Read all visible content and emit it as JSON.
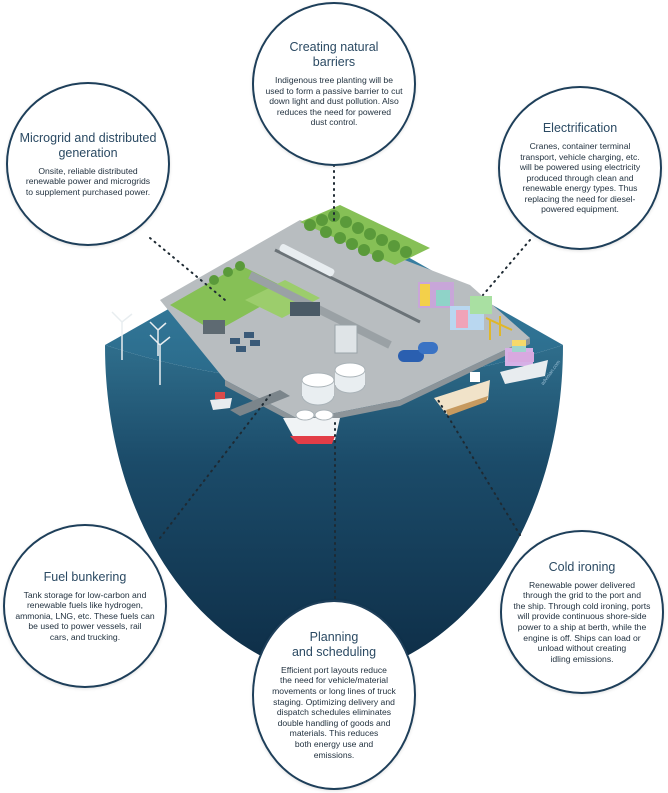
{
  "colors": {
    "bubble_border": "#1e3f5a",
    "ocean_top": "#2f6e8c",
    "ocean_bottom": "#0d2c45",
    "land": "#b8bdc0",
    "grass": "#86c056"
  },
  "bubbles": {
    "natural_barriers": {
      "title": "Creating natural\nbarriers",
      "text": "Indigenous tree planting will be\nused to form a passive barrier to cut\ndown light and dust pollution. Also\nreduces the need for powered\ndust control."
    },
    "microgrid": {
      "title": "Microgrid and distributed\ngeneration",
      "text": "Onsite, reliable distributed\nrenewable power and microgrids\nto supplement purchased power."
    },
    "electrification": {
      "title": "Electrification",
      "text": "Cranes, container terminal\ntransport, vehicle charging, etc.\nwill be powered using electricity\nproduced through clean and\nrenewable energy types. Thus\nreplacing the need for diesel-\npowered equipment."
    },
    "fuel_bunkering": {
      "title": "Fuel bunkering",
      "text": "Tank storage for low-carbon and\nrenewable fuels like hydrogen,\nammonia, LNG, etc. These fuels can\nbe used to power vessels, rail\ncars, and trucking."
    },
    "cold_ironing": {
      "title": "Cold ironing",
      "text": "Renewable power delivered\nthrough the grid to the port and\nthe ship. Through cold ironing, ports\nwill provide continuous shore-side\npower to a ship at berth, while the\nengine is off. Ships can load or\nunload without creating\nidling emissions."
    },
    "planning": {
      "title": "Planning\nand scheduling",
      "text": "Efficient port layouts reduce\nthe need for vehicle/material\nmovements or long lines of truck\nstaging. Optimizing delivery and\ndispatch schedules eliminates\ndouble handling of goods and\nmaterials. This reduces\nboth energy use and\nemissions."
    }
  },
  "watermark": "advisian.com"
}
